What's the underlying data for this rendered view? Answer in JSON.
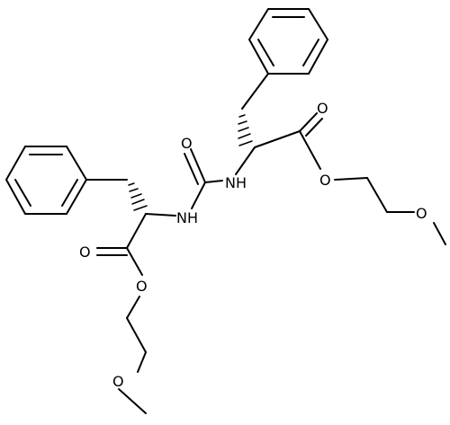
{
  "molecule": {
    "atom_labels": {
      "urea_oxygen": "O",
      "nh_right": "NH",
      "nh_left": "NH",
      "ester_carbonyl_right": "O",
      "ester_oxygen_right": "O",
      "methoxy_oxygen_right": "O",
      "ester_carbonyl_left": "O",
      "ester_oxygen_left": "O",
      "methoxy_oxygen_left": "O"
    }
  }
}
